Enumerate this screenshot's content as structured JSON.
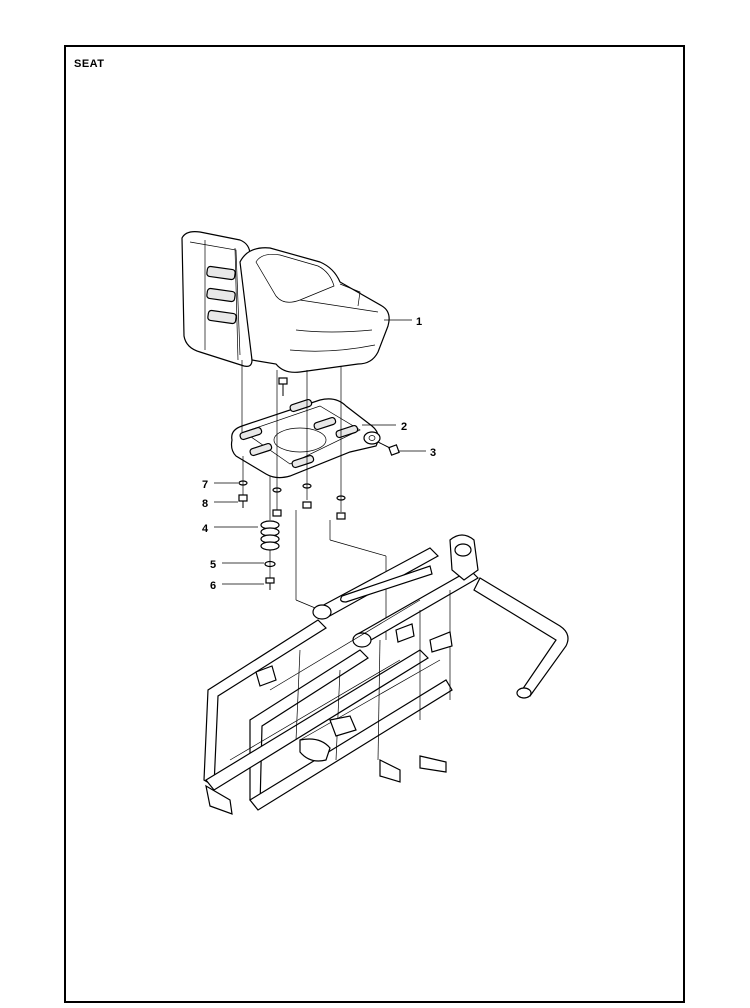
{
  "title": "SEAT",
  "callouts": [
    {
      "id": "c1",
      "label": "1"
    },
    {
      "id": "c2",
      "label": "2"
    },
    {
      "id": "c3",
      "label": "3"
    },
    {
      "id": "c4",
      "label": "4"
    },
    {
      "id": "c5",
      "label": "5"
    },
    {
      "id": "c6",
      "label": "6"
    },
    {
      "id": "c7",
      "label": "7"
    },
    {
      "id": "c8",
      "label": "8"
    }
  ]
}
